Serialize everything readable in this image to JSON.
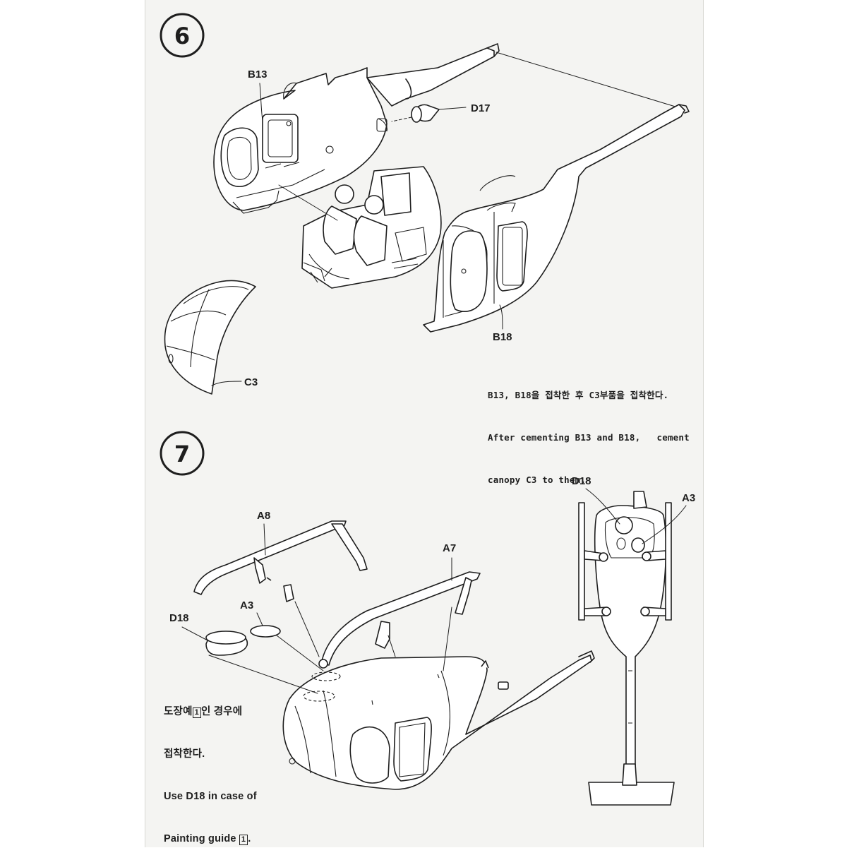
{
  "steps": [
    {
      "number": "6",
      "labels": {
        "b13": "B13",
        "d17": "D17",
        "b18": "B18",
        "c3": "C3"
      },
      "note": {
        "korean": "B13, B18을 접착한 후 C3부품을 접착한다.",
        "english_line1": "After cementing B13 and B18,   cement",
        "english_line2": "canopy C3 to them."
      }
    },
    {
      "number": "7",
      "labels": {
        "a8": "A8",
        "a7": "A7",
        "a3": "A3",
        "d18": "D18",
        "top_d18": "D18",
        "top_a3": "A3"
      },
      "note": {
        "korean_line1_pre": "도장예",
        "guide_ref": "1",
        "korean_line1_post": "인 경우에",
        "korean_line2": "접착한다.",
        "english_line1": "Use D18 in case of",
        "english_line2_pre": "Painting guide ",
        "english_line2_ref": "1",
        "english_line2_post": "."
      }
    }
  ]
}
